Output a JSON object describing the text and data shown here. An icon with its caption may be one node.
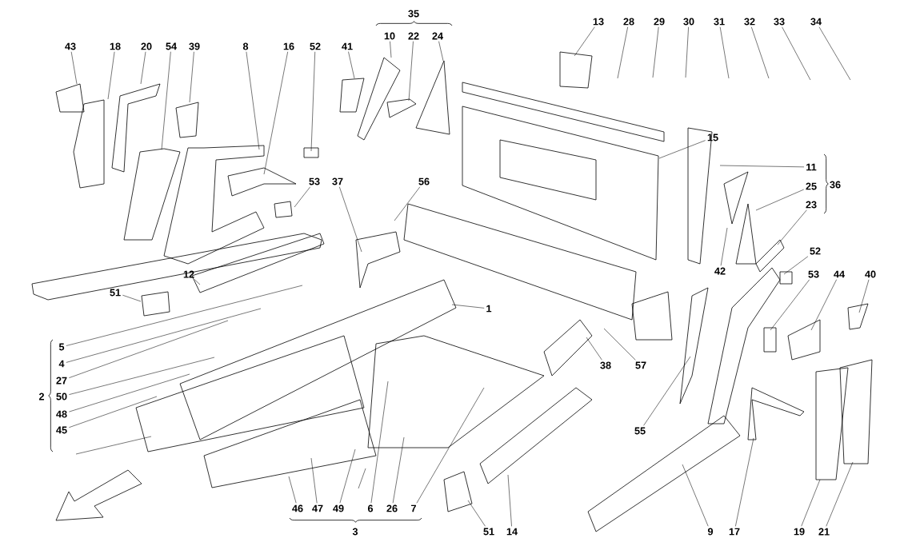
{
  "diagram": {
    "nodes": [
      {
        "text": [
          "13"
        ]
      },
      {
        "text": [
          "28"
        ]
      },
      {
        "text": [
          "29"
        ]
      },
      {
        "text": [
          "30"
        ]
      },
      {
        "text": [
          "31"
        ]
      },
      {
        "text": [
          "32"
        ]
      },
      {
        "text": [
          "33"
        ]
      },
      {
        "text": [
          "34"
        ]
      },
      {
        "text": [
          "10"
        ]
      },
      {
        "text": [
          "22"
        ]
      },
      {
        "text": [
          "24"
        ]
      },
      {
        "text": [
          "43"
        ]
      },
      {
        "text": [
          "18"
        ]
      },
      {
        "text": [
          "20"
        ]
      },
      {
        "text": [
          "54"
        ]
      },
      {
        "text": [
          "39"
        ]
      },
      {
        "text": [
          "8"
        ]
      },
      {
        "text": [
          "16"
        ]
      },
      {
        "text": [
          "52"
        ]
      },
      {
        "text": [
          "41"
        ]
      },
      {
        "text": [
          "15"
        ]
      },
      {
        "text": [
          "11"
        ]
      },
      {
        "text": [
          "53"
        ]
      },
      {
        "text": [
          "37"
        ]
      },
      {
        "text": [
          "56"
        ]
      },
      {
        "text": [
          "25"
        ]
      },
      {
        "text": [
          "23"
        ]
      },
      {
        "text": [
          "52"
        ]
      },
      {
        "text": [
          "42"
        ]
      },
      {
        "text": [
          "12"
        ]
      },
      {
        "text": [
          "53"
        ]
      },
      {
        "text": [
          "44"
        ]
      },
      {
        "text": [
          "40"
        ]
      },
      {
        "text": [
          "51"
        ]
      },
      {
        "text": [
          "1"
        ]
      },
      {
        "text": [
          "5"
        ]
      },
      {
        "text": [
          "4"
        ]
      },
      {
        "text": [
          "38"
        ]
      },
      {
        "text": [
          "57"
        ]
      },
      {
        "text": [
          "27"
        ]
      },
      {
        "text": [
          "50"
        ]
      },
      {
        "text": [
          "48"
        ]
      },
      {
        "text": [
          "55"
        ]
      },
      {
        "text": [
          "45"
        ]
      },
      {
        "text": [
          "46"
        ]
      },
      {
        "text": [
          "47"
        ]
      },
      {
        "text": [
          "49"
        ]
      },
      {
        "text": [
          "6"
        ]
      },
      {
        "text": [
          "26"
        ]
      },
      {
        "text": [
          "7"
        ]
      },
      {
        "text": [
          "51"
        ]
      },
      {
        "text": [
          "14"
        ]
      },
      {
        "text": [
          "9"
        ]
      },
      {
        "text": [
          "17"
        ]
      },
      {
        "text": [
          "19"
        ]
      },
      {
        "text": [
          "21"
        ]
      }
    ],
    "edges": [
      {
        "from": 0,
        "to": null,
        "arrow": "none"
      },
      {
        "from": 1,
        "to": null,
        "arrow": "none"
      },
      {
        "from": 2,
        "to": null,
        "arrow": "none"
      },
      {
        "from": 3,
        "to": null,
        "arrow": "none"
      },
      {
        "from": 4,
        "to": null,
        "arrow": "none"
      },
      {
        "from": 5,
        "to": null,
        "arrow": "none"
      },
      {
        "from": 6,
        "to": null,
        "arrow": "none"
      },
      {
        "from": 7,
        "to": null,
        "arrow": "none"
      },
      {
        "from": 8,
        "to": null,
        "arrow": "none"
      },
      {
        "from": 9,
        "to": null,
        "arrow": "none"
      },
      {
        "from": 10,
        "to": null,
        "arrow": "none"
      },
      {
        "from": 11,
        "to": null,
        "arrow": "none"
      },
      {
        "from": 12,
        "to": null,
        "arrow": "none"
      },
      {
        "from": 13,
        "to": null,
        "arrow": "none"
      },
      {
        "from": 14,
        "to": null,
        "arrow": "none"
      },
      {
        "from": 15,
        "to": null,
        "arrow": "none"
      },
      {
        "from": 16,
        "to": null,
        "arrow": "none"
      },
      {
        "from": 17,
        "to": null,
        "arrow": "none"
      },
      {
        "from": 18,
        "to": null,
        "arrow": "none"
      },
      {
        "from": 19,
        "to": null,
        "arrow": "none"
      },
      {
        "from": 20,
        "to": null,
        "arrow": "none"
      },
      {
        "from": 21,
        "to": null,
        "arrow": "none"
      },
      {
        "from": 22,
        "to": null,
        "arrow": "none"
      },
      {
        "from": 23,
        "to": null,
        "arrow": "none"
      },
      {
        "from": 24,
        "to": null,
        "arrow": "none"
      },
      {
        "from": 25,
        "to": null,
        "arrow": "none"
      },
      {
        "from": 26,
        "to": null,
        "arrow": "none"
      },
      {
        "from": 27,
        "to": null,
        "arrow": "none"
      },
      {
        "from": 28,
        "to": null,
        "arrow": "none"
      },
      {
        "from": 29,
        "to": null,
        "arrow": "none"
      },
      {
        "from": 30,
        "to": null,
        "arrow": "none"
      },
      {
        "from": 31,
        "to": null,
        "arrow": "none"
      },
      {
        "from": 32,
        "to": null,
        "arrow": "none"
      },
      {
        "from": 33,
        "to": null,
        "arrow": "none"
      },
      {
        "from": 34,
        "to": null,
        "arrow": "none"
      },
      {
        "from": 35,
        "to": null,
        "arrow": "none"
      },
      {
        "from": 36,
        "to": null,
        "arrow": "none"
      },
      {
        "from": 37,
        "to": null,
        "arrow": "none"
      },
      {
        "from": 38,
        "to": null,
        "arrow": "none"
      },
      {
        "from": 39,
        "to": null,
        "arrow": "none"
      },
      {
        "from": 40,
        "to": null,
        "arrow": "none"
      },
      {
        "from": 41,
        "to": null,
        "arrow": "none"
      },
      {
        "from": 42,
        "to": null,
        "arrow": "none"
      },
      {
        "from": 43,
        "to": null,
        "arrow": "none"
      },
      {
        "from": 44,
        "to": null,
        "arrow": "none"
      },
      {
        "from": 45,
        "to": null,
        "arrow": "none"
      },
      {
        "from": 46,
        "to": null,
        "arrow": "none"
      },
      {
        "from": 47,
        "to": null,
        "arrow": "none"
      },
      {
        "from": 48,
        "to": null,
        "arrow": "none"
      },
      {
        "from": 49,
        "to": null,
        "arrow": "none"
      },
      {
        "from": 50,
        "to": null,
        "arrow": "none"
      },
      {
        "from": 51,
        "to": null,
        "arrow": "none"
      },
      {
        "from": 52,
        "to": null,
        "arrow": "none"
      },
      {
        "from": 53,
        "to": null,
        "arrow": "none"
      },
      {
        "from": 54,
        "to": null,
        "arrow": "none"
      },
      {
        "from": 55,
        "to": null,
        "arrow": "none"
      }
    ],
    "labels": [
      "35",
      "36",
      "2",
      "3"
    ]
  }
}
